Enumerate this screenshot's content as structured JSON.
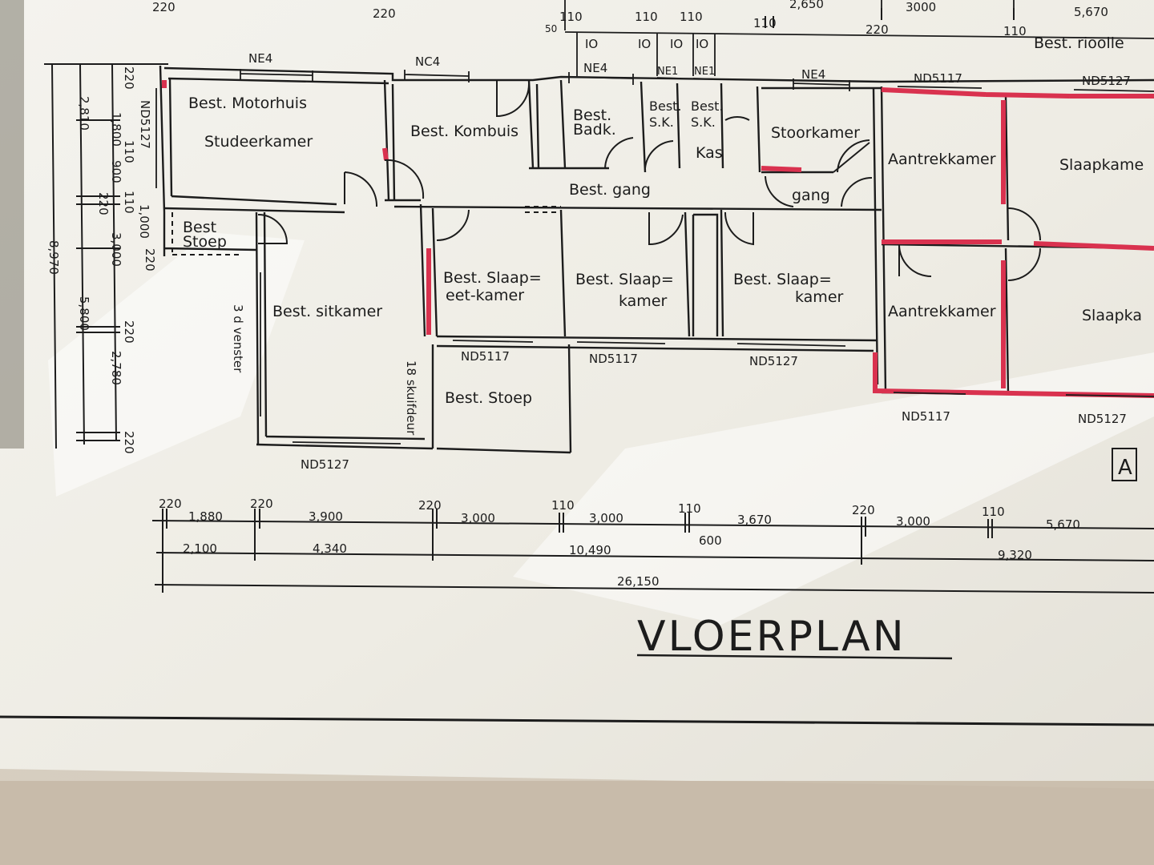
{
  "drawing": {
    "title": "VLOERPLAN",
    "sheet_mark": "A",
    "top_partial_label": "Best. rioolle",
    "colors": {
      "paper": "#f1efe8",
      "ink": "#1c1c1c",
      "new_wall": "#d9324f",
      "background": "#cfc6b8"
    }
  },
  "rooms": [
    {
      "id": "motorhuis",
      "line1": "Best. Motorhuis",
      "line2": "Studeerkamer"
    },
    {
      "id": "kombuis",
      "line1": "Best. Kombuis",
      "line2": ""
    },
    {
      "id": "badk",
      "line1": "Best.",
      "line2": "Badk."
    },
    {
      "id": "sk1",
      "line1": "Best.",
      "line2": "S.K."
    },
    {
      "id": "sk2",
      "line1": "Best.",
      "line2": "S.K."
    },
    {
      "id": "kas",
      "line1": "Kas",
      "line2": ""
    },
    {
      "id": "stoorkamer",
      "line1": "Stoorkamer",
      "line2": ""
    },
    {
      "id": "gang",
      "line1": "Best. gang",
      "line2": ""
    },
    {
      "id": "gang2",
      "line1": "gang",
      "line2": ""
    },
    {
      "id": "aantrek1",
      "line1": "Aantrekkamer",
      "line2": ""
    },
    {
      "id": "slaap-right1",
      "line1": "Slaapkame",
      "line2": ""
    },
    {
      "id": "stoep-small",
      "line1": "Best",
      "line2": "Stoep"
    },
    {
      "id": "eetkamer",
      "line1": "Best. Slaap=",
      "line2": "eet-kamer"
    },
    {
      "id": "slaap1",
      "line1": "Best. Slaap=",
      "line2": "kamer"
    },
    {
      "id": "slaap2",
      "line1": "Best. Slaap=",
      "line2": "kamer"
    },
    {
      "id": "aantrek2",
      "line1": "Aantrekkamer",
      "line2": ""
    },
    {
      "id": "slaap-right2",
      "line1": "Slaapka",
      "line2": ""
    },
    {
      "id": "sitkamer",
      "line1": "Best. sitkamer",
      "line2": ""
    },
    {
      "id": "stoep-big",
      "line1": "Best. Stoep",
      "line2": ""
    }
  ],
  "windows": {
    "ne4_a": "NE4",
    "nc4": "NC4",
    "ne4_b": "NE4",
    "ne1_a": "NE1",
    "ne1_b": "NE1",
    "ne4_c": "NE4",
    "nd5117_top": "ND5117",
    "nd5127_top": "ND5127",
    "nd5127_left": "ND5127",
    "io": [
      "IO",
      "IO",
      "IO",
      "IO"
    ],
    "nd5117_a": "ND5117",
    "nd5117_b": "ND5117",
    "nd5127_mid": "ND5127",
    "nd5117_c": "ND5117",
    "nd5127_c": "ND5127",
    "nd5127_sit": "ND5127",
    "venster_side": "3 d venster",
    "skuifdeur": "18 skuifdeur"
  },
  "dims_top": [
    "220",
    "220",
    "110",
    "110",
    "110",
    "110",
    "2,650",
    "220",
    "3000",
    "110",
    "5,670",
    "50"
  ],
  "dims_left": [
    "220",
    "1,800",
    "110",
    "900",
    "110",
    "220",
    "1,000",
    "220",
    "3,000",
    "220",
    "2,780",
    "220",
    "2,810",
    "5,800",
    "8,970"
  ],
  "dims_bottom_row1": [
    "220",
    "1,880",
    "220",
    "3,900",
    "220",
    "3,000",
    "110",
    "3,000",
    "110",
    "3,670",
    "600",
    "220",
    "3,000",
    "110",
    "5,670"
  ],
  "dims_bottom_row2": [
    "2,100",
    "4,340",
    "10,490",
    "9,320"
  ],
  "dims_total": "26,150"
}
